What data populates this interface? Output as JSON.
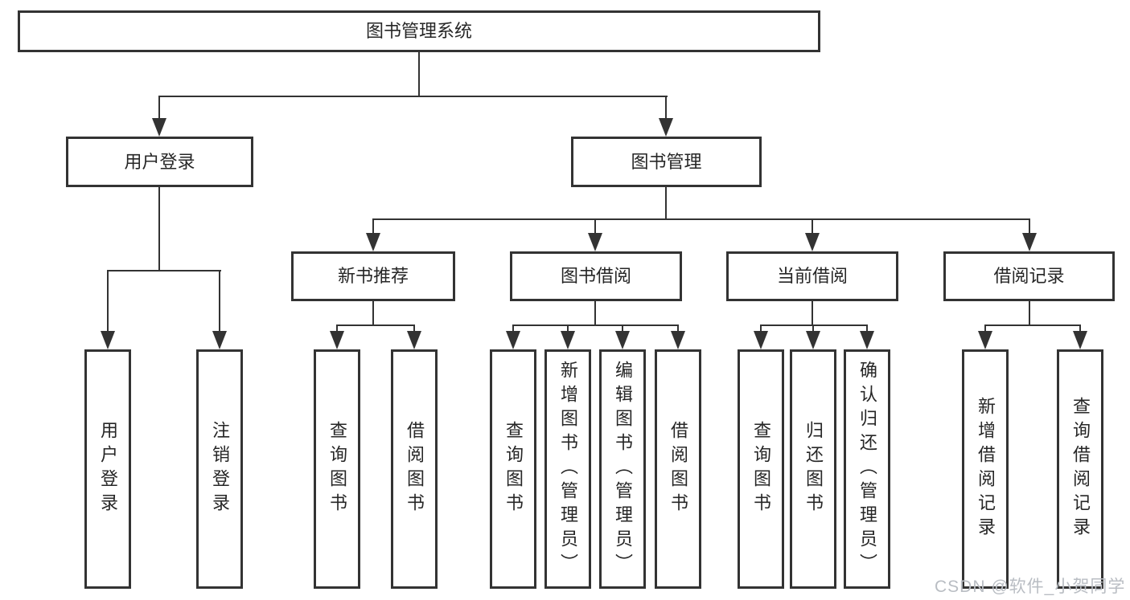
{
  "title": "图书管理系统",
  "branches": [
    {
      "label": "用户登录",
      "children": [
        {
          "label": "用户登录"
        },
        {
          "label": "注销登录"
        }
      ]
    },
    {
      "label": "图书管理",
      "children": [
        {
          "label": "新书推荐",
          "children": [
            {
              "label": "查询图书"
            },
            {
              "label": "借阅图书"
            }
          ]
        },
        {
          "label": "图书借阅",
          "children": [
            {
              "label": "查询图书"
            },
            {
              "label": "新增图书（管理员）"
            },
            {
              "label": "编辑图书（管理员）"
            },
            {
              "label": "借阅图书"
            }
          ]
        },
        {
          "label": "当前借阅",
          "children": [
            {
              "label": "查询图书"
            },
            {
              "label": "归还图书"
            },
            {
              "label": "确认归还（管理员）"
            }
          ]
        },
        {
          "label": "借阅记录",
          "children": [
            {
              "label": "新增借阅记录"
            },
            {
              "label": "查询借阅记录"
            }
          ]
        }
      ]
    }
  ],
  "watermark": "CSDN @软件_小贺同学",
  "colors": {
    "line": "#333333",
    "text": "#262626",
    "watermark": "#b9bdc3",
    "background": "#ffffff"
  }
}
